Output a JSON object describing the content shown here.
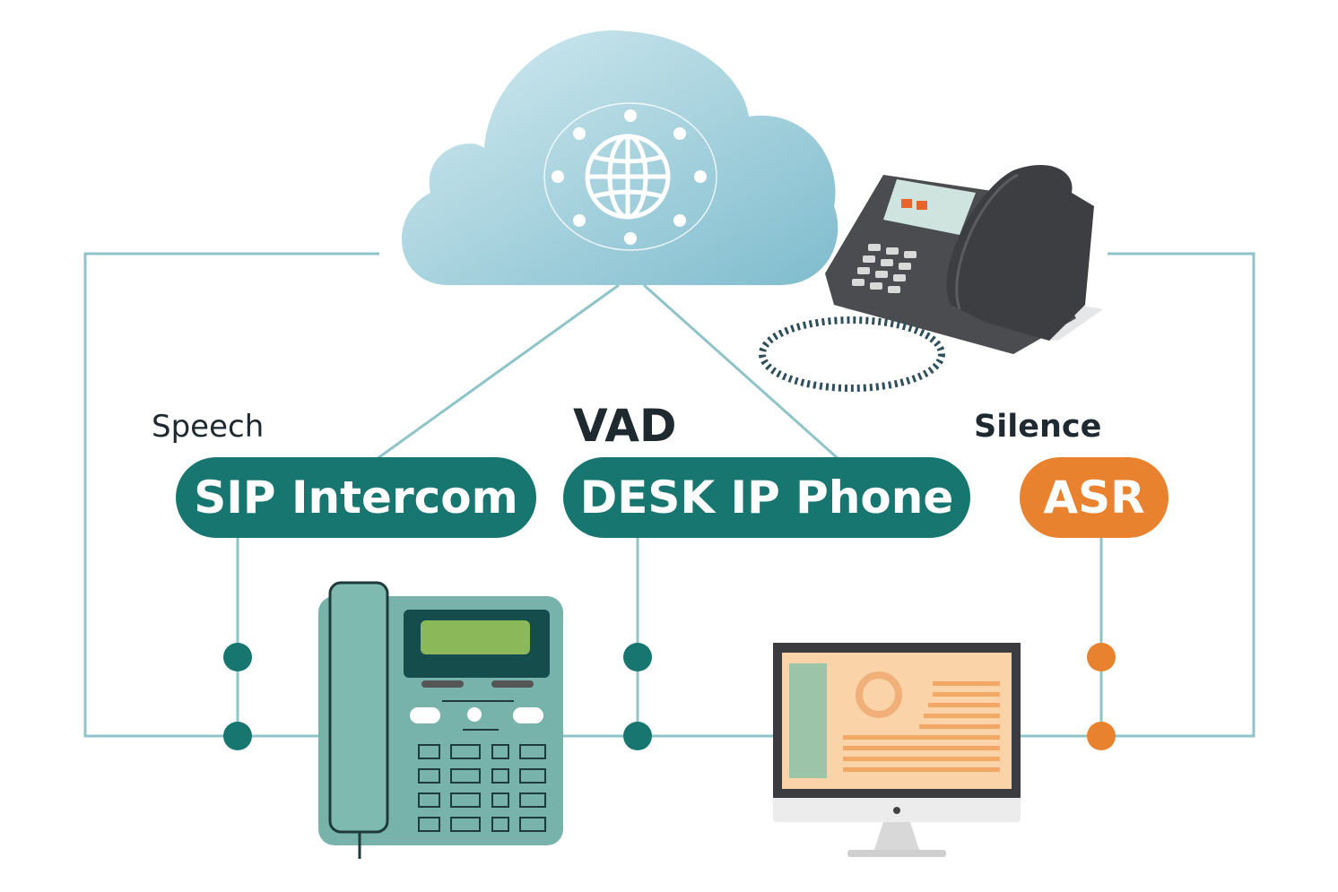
{
  "labels": {
    "speech": "Speech",
    "vad": "VAD",
    "silence": "Silence"
  },
  "pills": [
    {
      "label": "SIP Intercom",
      "color": "#17766f"
    },
    {
      "label": "DESK IP Phone",
      "color": "#17766f"
    },
    {
      "label": "ASR",
      "color": "#e8822f"
    }
  ],
  "colors": {
    "line": "#8ec4c8",
    "teal": "#17766f",
    "orange": "#e8822f",
    "cloud": "#9fcfdc"
  },
  "icons": [
    "cloud-globe-icon",
    "desk-phone-icon",
    "ip-desk-phone-icon",
    "monitor-icon"
  ]
}
